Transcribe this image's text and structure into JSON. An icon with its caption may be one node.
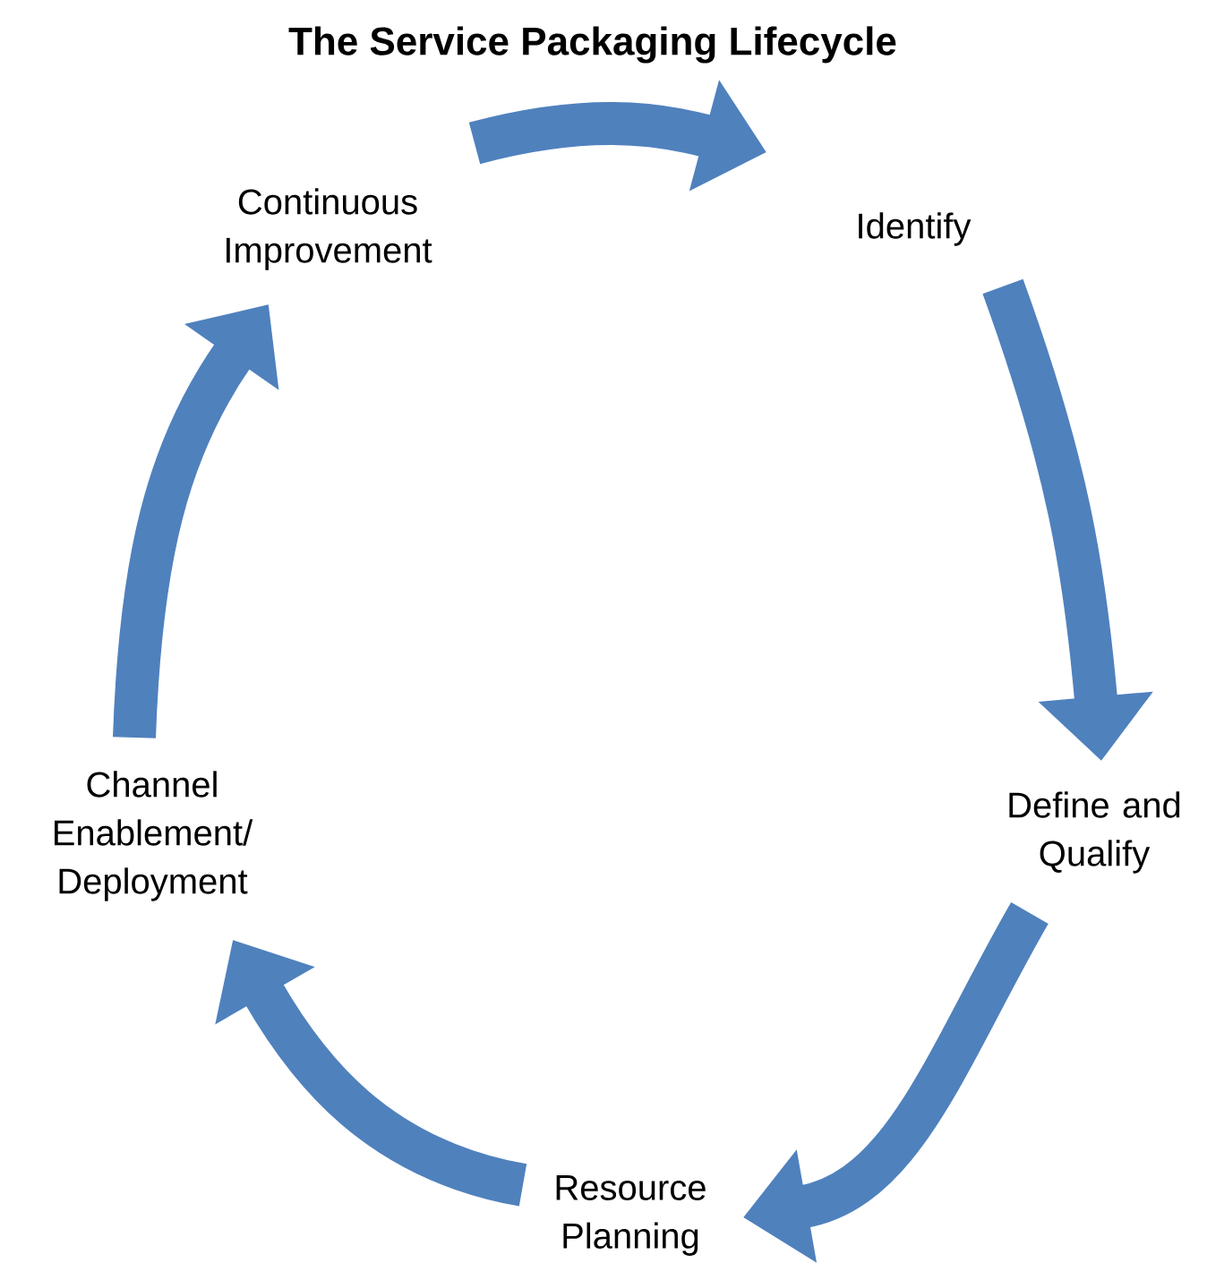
{
  "diagram": {
    "title": "The Service Packaging Lifecycle",
    "nodes": [
      {
        "text": [
          "Continuous Improvement"
        ]
      },
      {
        "text": [
          "Identify"
        ]
      },
      {
        "text": [
          "Define and Qualify"
        ]
      },
      {
        "text": [
          "Resource Planning"
        ]
      },
      {
        "text": [
          "Channel Enablement/ Deployment"
        ]
      }
    ],
    "edges": [
      {
        "from": 0,
        "to": 1,
        "arrow": "to"
      },
      {
        "from": 1,
        "to": 2,
        "arrow": "to"
      },
      {
        "from": 2,
        "to": 3,
        "arrow": "to"
      },
      {
        "from": 3,
        "to": 4,
        "arrow": "to"
      },
      {
        "from": 4,
        "to": 0,
        "arrow": "to"
      }
    ]
  }
}
